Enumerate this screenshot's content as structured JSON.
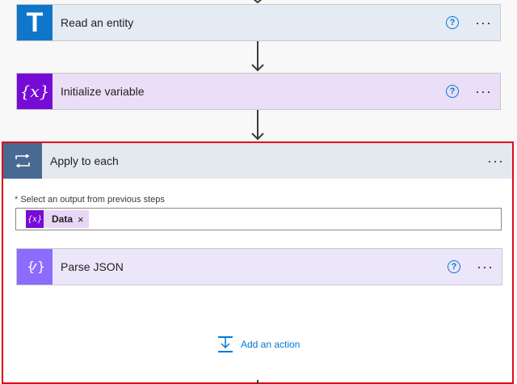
{
  "steps": {
    "read_entity": {
      "title": "Read an entity",
      "icon": "T",
      "color": "#0f76c9",
      "bg": "#e4ebf5"
    },
    "init_var": {
      "title": "Initialize variable",
      "icon": "{x}",
      "color": "#770bd6",
      "bg": "#ebdef7"
    }
  },
  "loop": {
    "title": "Apply to each",
    "more": "···",
    "select_required_mark": "*",
    "select_label": "Select an output from previous steps",
    "token": {
      "icon": "{x}",
      "label": "Data",
      "remove": "×"
    },
    "inner_step": {
      "title": "Parse JSON",
      "icon": "{∕}",
      "color": "#8c6cff",
      "bg": "#ece6fb"
    },
    "add_action_label": "Add an action"
  },
  "common": {
    "help": "?",
    "more": "···"
  }
}
